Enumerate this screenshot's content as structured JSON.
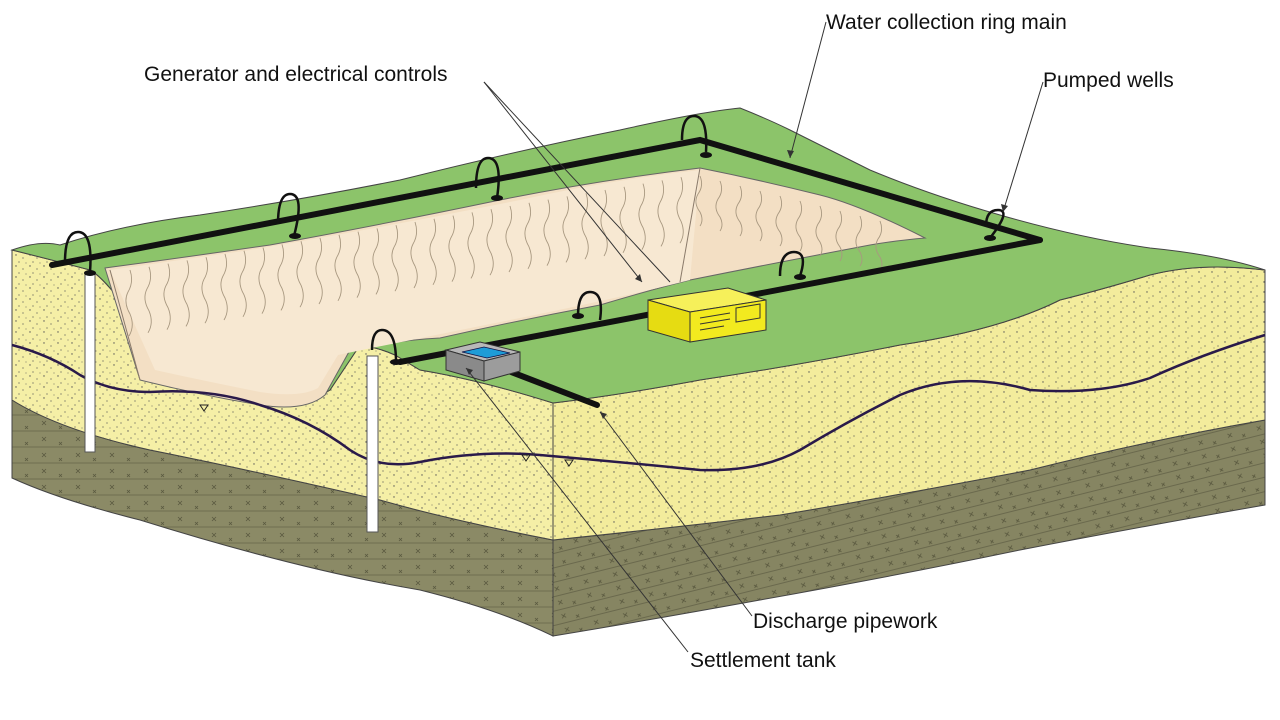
{
  "labels": {
    "water_collection_ring_main": "Water collection ring main",
    "generator_and_electrical_controls": "Generator and electrical controls",
    "pumped_wells": "Pumped wells",
    "discharge_pipework": "Discharge pipework",
    "settlement_tank": "Settlement tank"
  },
  "colors": {
    "grass": "#8cc46a",
    "sand": "#f5efa6",
    "excavation": "#f3dfc4",
    "clay": "#8b8a66",
    "pipe": "#111111",
    "generator": "#f2ea1f",
    "tank": "#888888",
    "tank_water": "#1e9cd7",
    "water_table": "#2a1a4a",
    "well_casing": "#ffffff"
  },
  "icons": {
    "water_table": "inverted-triangle-icon"
  }
}
